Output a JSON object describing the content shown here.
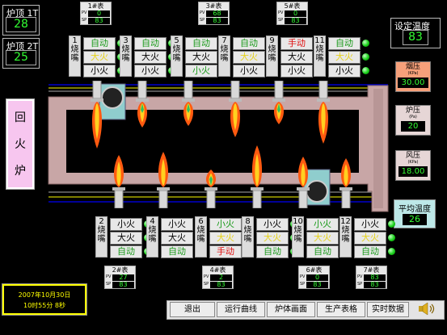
{
  "furnace_top": [
    {
      "label": "炉顶 1T",
      "value": "28"
    },
    {
      "label": "炉顶 2T",
      "value": "25"
    }
  ],
  "set_temp": {
    "label": "设定温度",
    "value": "83"
  },
  "pressures": [
    {
      "title": "烟压",
      "unit": "(KPa)",
      "value": "30.00",
      "color": "#f6a07a"
    },
    {
      "title": "炉压",
      "unit": "(Pa)",
      "value": "20",
      "color": "#e6d6d6"
    },
    {
      "title": "风压",
      "unit": "(KPa)",
      "value": "18.00",
      "color": "#e6d6d6"
    }
  ],
  "avg_temp": {
    "label": "平均温度",
    "value": "26"
  },
  "furnace_label": [
    "回",
    "火",
    "炉"
  ],
  "meters_top": [
    {
      "title": "1#表",
      "pv": "0",
      "sp": "83"
    },
    {
      "title": "3#表",
      "pv": "68",
      "sp": "83"
    },
    {
      "title": "5#表",
      "pv": "0",
      "sp": "83"
    }
  ],
  "meters_bottom": [
    {
      "title": "2#表",
      "pv": "27",
      "sp": "83"
    },
    {
      "title": "4#表",
      "pv": "2",
      "sp": "83"
    },
    {
      "title": "6#表",
      "pv": "0",
      "sp": "83"
    },
    {
      "title": "7#表",
      "pv": "83",
      "sp": "83"
    }
  ],
  "pv_label": "PV",
  "sp_label": "SP",
  "burner_label_chars": [
    "烧",
    "嘴"
  ],
  "burners_top": [
    {
      "num": "1",
      "btns": [
        "自动",
        "大火",
        "小火"
      ],
      "states": [
        "green",
        "yel",
        "norm"
      ]
    },
    {
      "num": "3",
      "btns": [
        "自动",
        "大火",
        "小火"
      ],
      "states": [
        "green",
        "norm",
        "norm"
      ]
    },
    {
      "num": "5",
      "btns": [
        "自动",
        "大火",
        "小火"
      ],
      "states": [
        "green",
        "norm",
        "green"
      ]
    },
    {
      "num": "7",
      "btns": [
        "自动",
        "大火",
        "小火"
      ],
      "states": [
        "green",
        "yel",
        "norm"
      ]
    },
    {
      "num": "9",
      "btns": [
        "手动",
        "大火",
        "小火"
      ],
      "states": [
        "red",
        "norm",
        "norm"
      ]
    },
    {
      "num": "11",
      "btns": [
        "自动",
        "大火",
        "小火"
      ],
      "states": [
        "green",
        "yel",
        "norm"
      ]
    }
  ],
  "burners_bottom": [
    {
      "num": "2",
      "btns": [
        "小火",
        "大火",
        "自动"
      ],
      "states": [
        "norm",
        "norm",
        "green"
      ]
    },
    {
      "num": "4",
      "btns": [
        "小火",
        "大火",
        "自动"
      ],
      "states": [
        "norm",
        "norm",
        "green"
      ]
    },
    {
      "num": "6",
      "btns": [
        "小火",
        "大火",
        "手动"
      ],
      "states": [
        "green",
        "yel",
        "red"
      ]
    },
    {
      "num": "8",
      "btns": [
        "小火",
        "大火",
        "自动"
      ],
      "states": [
        "norm",
        "yel",
        "green"
      ]
    },
    {
      "num": "10",
      "btns": [
        "小火",
        "大火",
        "自动"
      ],
      "states": [
        "green",
        "yel",
        "green"
      ]
    },
    {
      "num": "12",
      "btns": [
        "小火",
        "大火",
        "自动"
      ],
      "states": [
        "norm",
        "yel",
        "green"
      ]
    }
  ],
  "datetime": {
    "date": "2007年10月30日",
    "time": "10时55分 8秒"
  },
  "nav": [
    "退出",
    "运行曲线",
    "炉体画面",
    "生产表格",
    "实时数据"
  ],
  "colors": {
    "accent_green": "#33ff33",
    "furnace": "#c8a6a6",
    "frame": "#ffff00"
  }
}
